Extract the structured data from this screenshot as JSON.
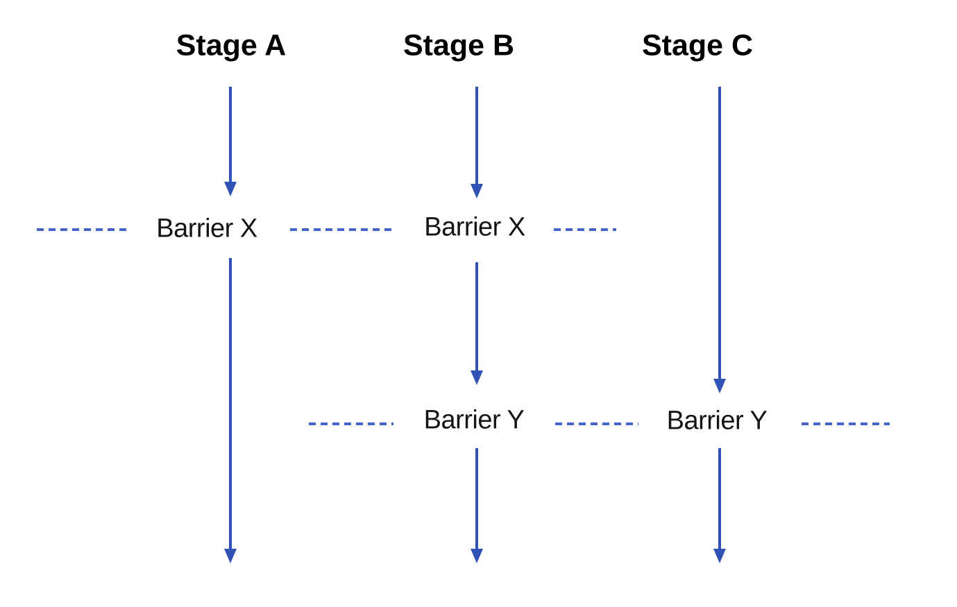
{
  "colors": {
    "arrow": "#2f52b4",
    "dash": "#4566c8",
    "title_text": "#000000",
    "label_text": "#141414",
    "background": "#ffffff"
  },
  "stages": [
    {
      "label": "Stage A"
    },
    {
      "label": "Stage B"
    },
    {
      "label": "Stage C"
    }
  ],
  "barriers": [
    {
      "row": "X",
      "column": "A",
      "label": "Barrier X"
    },
    {
      "row": "X",
      "column": "B",
      "label": "Barrier X"
    },
    {
      "row": "Y",
      "column": "B",
      "label": "Barrier Y"
    },
    {
      "row": "Y",
      "column": "C",
      "label": "Barrier Y"
    }
  ]
}
